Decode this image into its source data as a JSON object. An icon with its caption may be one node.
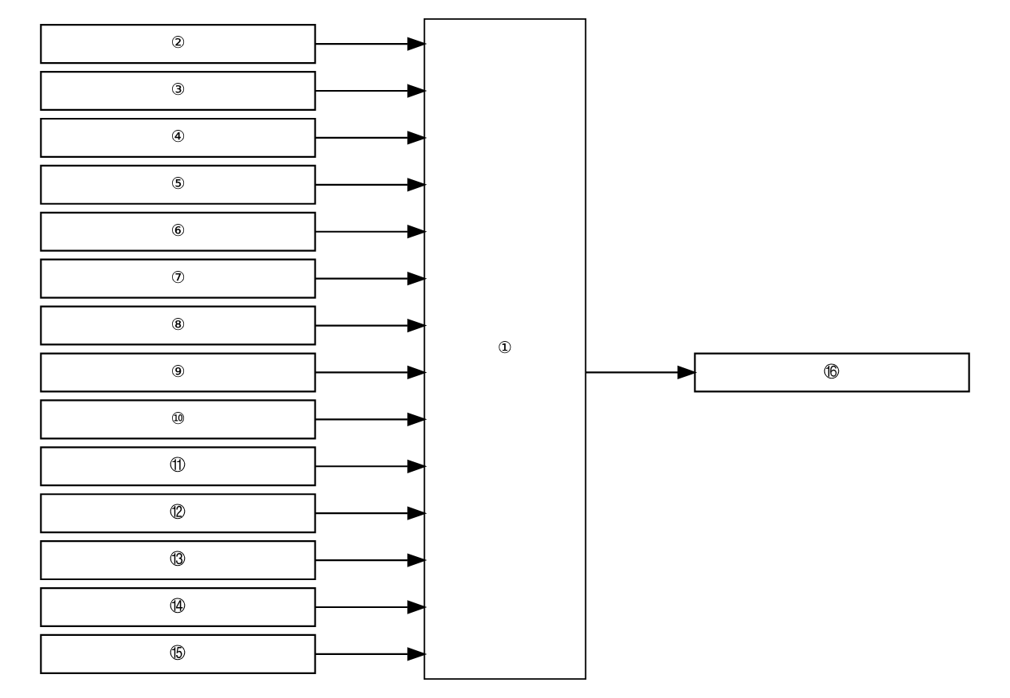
{
  "diagram": {
    "nodes": [
      {
        "text": [
          "②"
        ]
      },
      {
        "text": [
          "③"
        ]
      },
      {
        "text": [
          "④"
        ]
      },
      {
        "text": [
          "⑤"
        ]
      },
      {
        "text": [
          "⑥"
        ]
      },
      {
        "text": [
          "⑦"
        ]
      },
      {
        "text": [
          "⑧"
        ]
      },
      {
        "text": [
          "⑨"
        ]
      },
      {
        "text": [
          "⑩"
        ]
      },
      {
        "text": [
          "⑪"
        ]
      },
      {
        "text": [
          "⑫"
        ]
      },
      {
        "text": [
          "⑬"
        ]
      },
      {
        "text": [
          "⑭"
        ]
      },
      {
        "text": [
          "⑮"
        ]
      },
      {
        "text": [
          "①"
        ]
      },
      {
        "text": [
          "⑯"
        ]
      }
    ],
    "edges": [
      {
        "from": 0,
        "to": 14,
        "arrow": "to"
      },
      {
        "from": 1,
        "to": 14,
        "arrow": "to"
      },
      {
        "from": 2,
        "to": 14,
        "arrow": "to"
      },
      {
        "from": 3,
        "to": 14,
        "arrow": "to"
      },
      {
        "from": 4,
        "to": 14,
        "arrow": "to"
      },
      {
        "from": 5,
        "to": 14,
        "arrow": "to"
      },
      {
        "from": 6,
        "to": 14,
        "arrow": "to"
      },
      {
        "from": 7,
        "to": 14,
        "arrow": "to"
      },
      {
        "from": 8,
        "to": 14,
        "arrow": "to"
      },
      {
        "from": 9,
        "to": 14,
        "arrow": "to"
      },
      {
        "from": 10,
        "to": 14,
        "arrow": "to"
      },
      {
        "from": 11,
        "to": 14,
        "arrow": "to"
      },
      {
        "from": 12,
        "to": 14,
        "arrow": "to"
      },
      {
        "from": 13,
        "to": 14,
        "arrow": "to"
      },
      {
        "from": 14,
        "to": 15,
        "arrow": "to"
      }
    ]
  }
}
